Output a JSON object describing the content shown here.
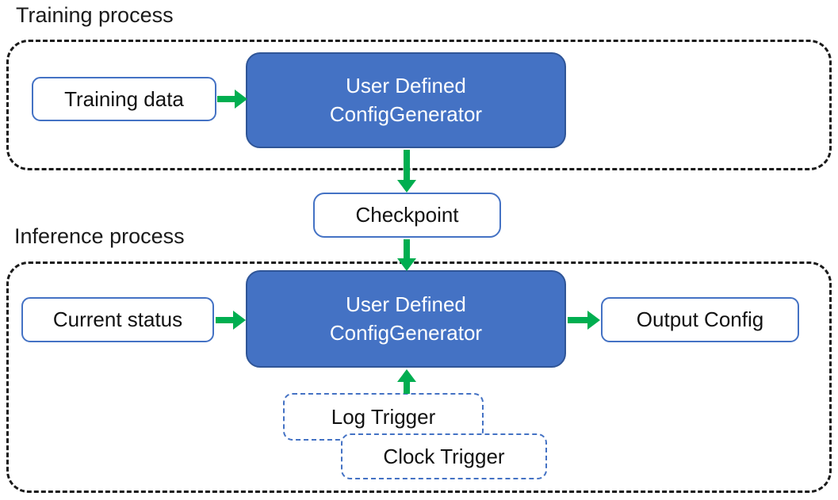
{
  "colors": {
    "generator_fill": "#4472C4",
    "generator_border": "#2F5597",
    "io_box_border": "#4472C4",
    "trigger_box_border": "#4472C4",
    "arrow_green": "#00AE50",
    "container_border": "#1a1a1a",
    "text_dark": "#111111",
    "text_light": "#ffffff"
  },
  "training": {
    "label": "Training process",
    "input_box": "Training data",
    "generator": {
      "line1": "User Defined",
      "line2": "ConfigGenerator"
    }
  },
  "checkpoint": {
    "label": "Checkpoint"
  },
  "inference": {
    "label": "Inference process",
    "input_box": "Current status",
    "generator": {
      "line1": "User Defined",
      "line2": "ConfigGenerator"
    },
    "output_box": "Output Config",
    "log_trigger": "Log Trigger",
    "clock_trigger": "Clock Trigger"
  }
}
